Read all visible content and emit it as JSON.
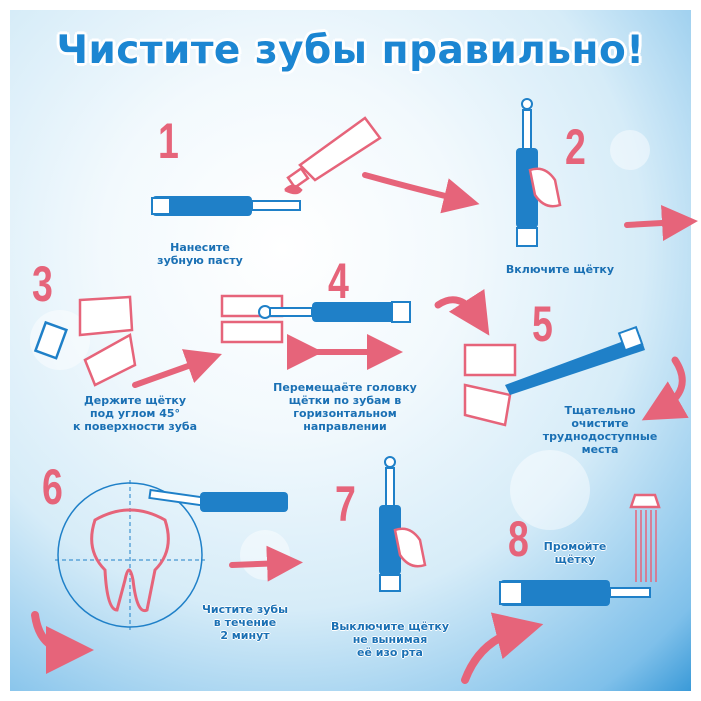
{
  "title": "Чистите зубы правильно!",
  "colors": {
    "accent_pink": "#e6647a",
    "brush_blue": "#1f80c8",
    "text_blue": "#1a70b4"
  },
  "steps": [
    {
      "number": "1",
      "text": [
        "Нанесите",
        "зубную пасту"
      ]
    },
    {
      "number": "2",
      "text": [
        "Включите щётку"
      ]
    },
    {
      "number": "3",
      "text": [
        "Держите щётку",
        "под углом 45°",
        "к поверхности зуба"
      ]
    },
    {
      "number": "4",
      "text": [
        "Перемещаёте головку",
        "щётки по зубам в",
        "горизонтальном",
        "направлении"
      ]
    },
    {
      "number": "5",
      "text": [
        "Тщательно",
        "очистите",
        "труднодоступные",
        "места"
      ]
    },
    {
      "number": "6",
      "text": [
        "Чистите зубы",
        "в течение",
        "2 минут"
      ]
    },
    {
      "number": "7",
      "text": [
        "Выключите щётку",
        "не вынимая",
        "её изо рта"
      ]
    },
    {
      "number": "8",
      "text": [
        "Промойте",
        "щётку"
      ]
    }
  ]
}
